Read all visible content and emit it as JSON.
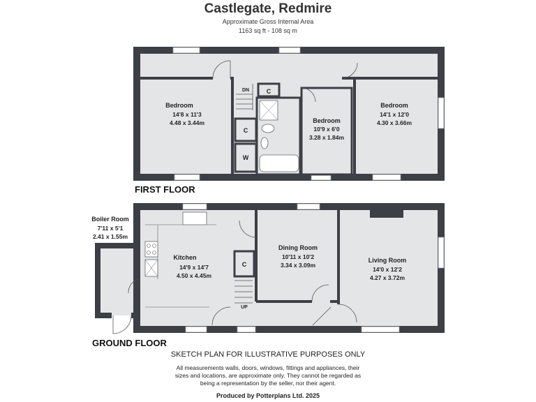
{
  "header": {
    "title": "Castlegate, Redmire",
    "area_label": "Approximate Gross Internal Area",
    "area_value": "1163 sq ft - 108 sq m"
  },
  "floors": {
    "first": "FIRST FLOOR",
    "ground": "GROUND FLOOR"
  },
  "rooms": {
    "bedroom1": {
      "name": "Bedroom",
      "dims": "14'8 x 11'3",
      "metric": "4.48 x 3.44m"
    },
    "bedroom2": {
      "name": "Bedroom",
      "dims": "10'9 x 6'0",
      "metric": "3.28 x 1.84m"
    },
    "bedroom3": {
      "name": "Bedroom",
      "dims": "14'1 x 12'0",
      "metric": "4.30 x 3.66m"
    },
    "boiler": {
      "name": "Boiler Room",
      "dims": "7'11 x 5'1",
      "metric": "2.41 x 1.55m"
    },
    "kitchen": {
      "name": "Kitchen",
      "dims": "14'9 x 14'7",
      "metric": "4.50 x 4.45m"
    },
    "dining": {
      "name": "Dining Room",
      "dims": "10'11 x 10'2",
      "metric": "3.34 x 3.09m"
    },
    "living": {
      "name": "Living Room",
      "dims": "14'0 x 12'2",
      "metric": "4.27 x 3.72m"
    }
  },
  "labels": {
    "down": "DN",
    "up": "UP",
    "cupboard": "C",
    "wc": "W"
  },
  "footer": {
    "sketch": "SKETCH PLAN FOR ILLUSTRATIVE PURPOSES ONLY",
    "disclaimer_1": "All measurements walls, doors, windows, fittings and appliances, their",
    "disclaimer_2": "sizes and locations, are approximate only. They cannot be regarded as",
    "disclaimer_3": "being a representation by the seller, nor their agent.",
    "produced": "Produced by Potterplans Ltd. 2025"
  },
  "colors": {
    "wall": "#3d3f46",
    "floor": "#e4e5e7",
    "window": "#ffffff"
  }
}
